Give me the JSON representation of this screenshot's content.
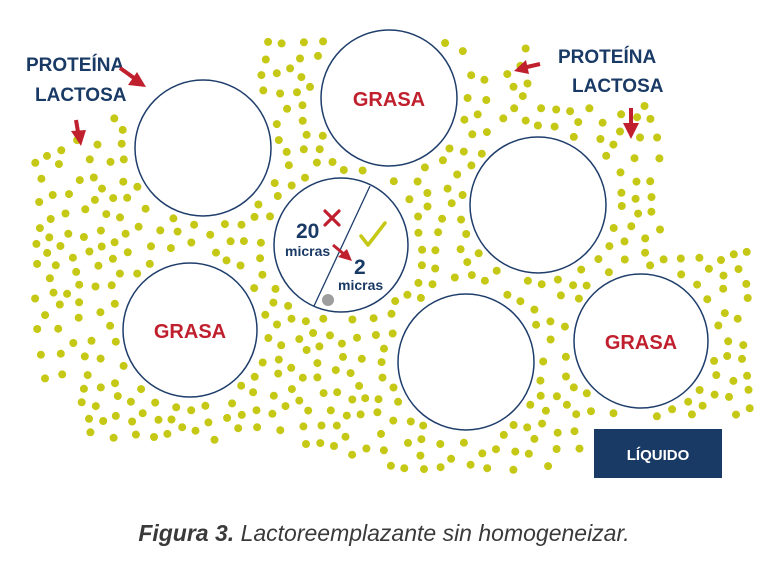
{
  "labels": {
    "proteina_left": "PROTEÍNA",
    "lactosa_left": "LACTOSA",
    "proteina_right": "PROTEÍNA",
    "lactosa_right": "LACTOSA",
    "grasa_top": "GRASA",
    "grasa_left": "GRASA",
    "grasa_right": "GRASA",
    "size_20": "20",
    "size_20_unit": "micras",
    "size_2": "2",
    "size_2_unit": "micras",
    "liquido": "LÍQUIDO"
  },
  "caption": {
    "figure": "Figura 3.",
    "text": "Lactoreemplazante sin homogeneizar."
  },
  "colors": {
    "navy": "#1a3a66",
    "red": "#c0202e",
    "dots": "#c5c815",
    "check": "#c5c815",
    "circle_stroke": "#1e3d6b",
    "grey_dot": "#9e9e9e"
  },
  "icons": [
    "arrow-icon",
    "cross-icon",
    "check-icon"
  ]
}
